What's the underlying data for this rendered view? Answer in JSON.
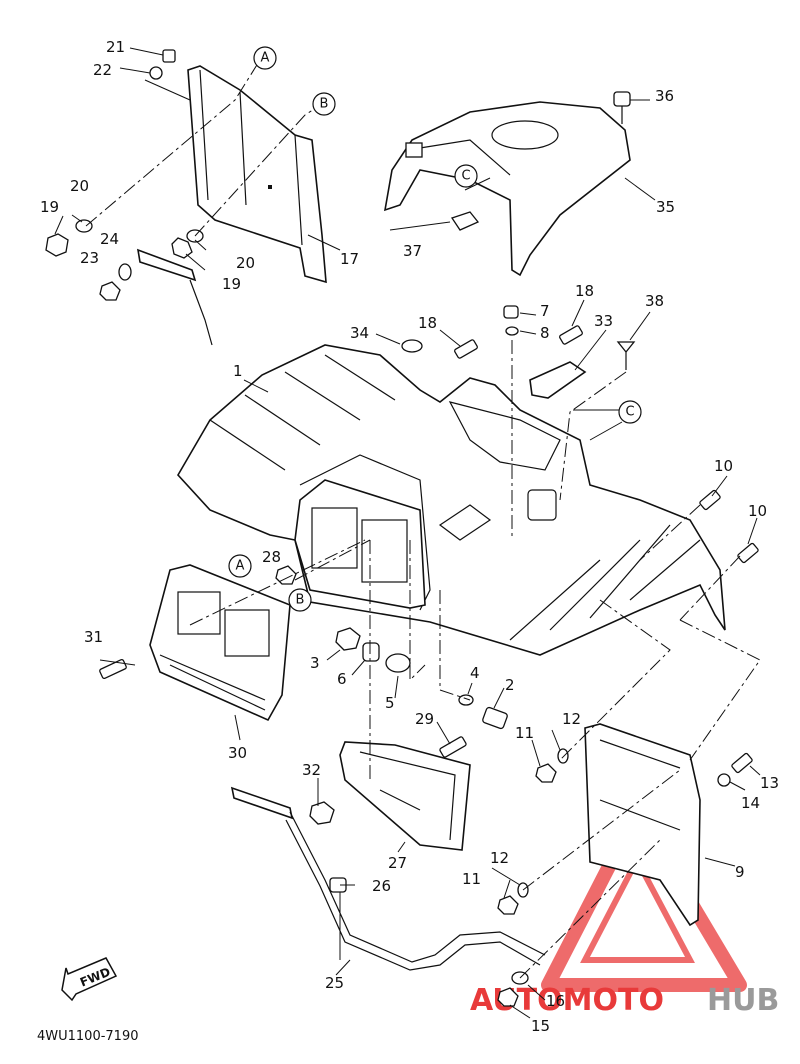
{
  "diagram_code": "4WU1100-7190",
  "fwd_label": "FWD",
  "watermark": {
    "part1": "AUTOMOTO",
    "part2": "HUB",
    "accent_color": "#e83a3a",
    "gray_color": "#9a9a9a"
  },
  "callouts": [
    "A",
    "B",
    "C"
  ],
  "parts": {
    "p1": "1",
    "p2": "2",
    "p3": "3",
    "p4": "4",
    "p5": "5",
    "p6": "6",
    "p7": "7",
    "p8": "8",
    "p9": "9",
    "p10": "10",
    "p11": "11",
    "p12": "12",
    "p13": "13",
    "p14": "14",
    "p15": "15",
    "p16": "16",
    "p17": "17",
    "p18": "18",
    "p19": "19",
    "p20": "20",
    "p21": "21",
    "p22": "22",
    "p23": "23",
    "p24": "24",
    "p25": "25",
    "p26": "26",
    "p27": "27",
    "p28": "28",
    "p29": "29",
    "p30": "30",
    "p31": "31",
    "p32": "32",
    "p33": "33",
    "p34": "34",
    "p35": "35",
    "p36": "36",
    "p37": "37",
    "p38": "38"
  }
}
